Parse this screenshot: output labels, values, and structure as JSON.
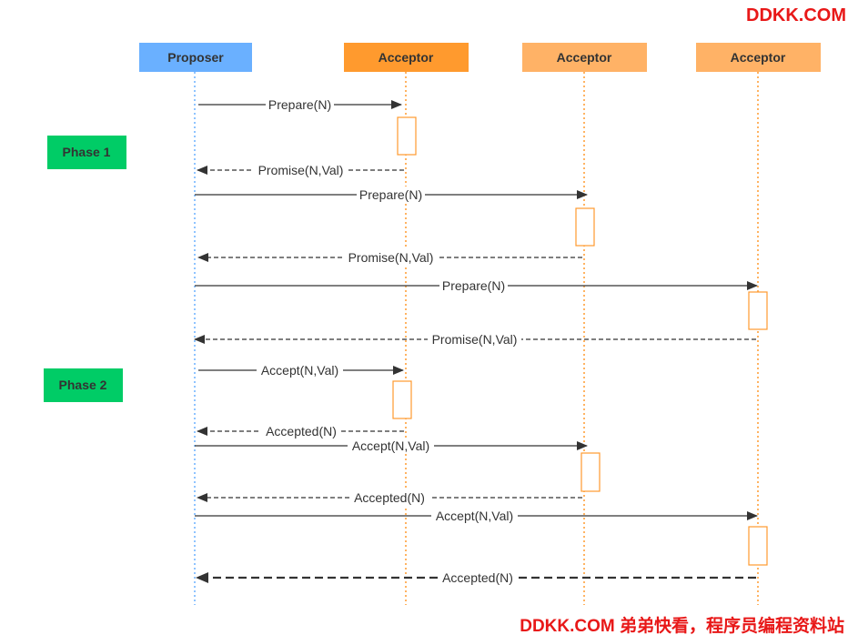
{
  "colors": {
    "proposer_box": "#6ab0ff",
    "acceptor_box_primary": "#ff9a2e",
    "acceptor_box": "#ffb266",
    "phase_box": "#00cc66",
    "activation_stroke": "#ff9a2e",
    "arrow": "#333333",
    "watermark": "#e81818"
  },
  "watermark_top": "DDKK.COM",
  "watermark_bottom": "DDKK.COM 弟弟快看，程序员编程资料站",
  "participants": [
    {
      "id": "proposer",
      "label": "Proposer"
    },
    {
      "id": "acceptor1",
      "label": "Acceptor"
    },
    {
      "id": "acceptor2",
      "label": "Acceptor"
    },
    {
      "id": "acceptor3",
      "label": "Acceptor"
    }
  ],
  "phases": [
    {
      "label": "Phase 1"
    },
    {
      "label": "Phase 2"
    }
  ],
  "messages": [
    {
      "from": "proposer",
      "to": "acceptor1",
      "label": "Prepare(N)",
      "kind": "request"
    },
    {
      "from": "acceptor1",
      "to": "proposer",
      "label": "Promise(N,Val)",
      "kind": "reply"
    },
    {
      "from": "proposer",
      "to": "acceptor2",
      "label": "Prepare(N)",
      "kind": "request"
    },
    {
      "from": "acceptor2",
      "to": "proposer",
      "label": "Promise(N,Val)",
      "kind": "reply"
    },
    {
      "from": "proposer",
      "to": "acceptor3",
      "label": "Prepare(N)",
      "kind": "request"
    },
    {
      "from": "acceptor3",
      "to": "proposer",
      "label": "Promise(N,Val)",
      "kind": "reply"
    },
    {
      "from": "proposer",
      "to": "acceptor1",
      "label": "Accept(N,Val)",
      "kind": "request"
    },
    {
      "from": "acceptor1",
      "to": "proposer",
      "label": "Accepted(N)",
      "kind": "reply"
    },
    {
      "from": "proposer",
      "to": "acceptor2",
      "label": "Accept(N,Val)",
      "kind": "request"
    },
    {
      "from": "acceptor2",
      "to": "proposer",
      "label": "Accepted(N)",
      "kind": "reply"
    },
    {
      "from": "proposer",
      "to": "acceptor3",
      "label": "Accept(N,Val)",
      "kind": "request"
    },
    {
      "from": "acceptor3",
      "to": "proposer",
      "label": "Accepted(N)",
      "kind": "reply_bold"
    }
  ]
}
